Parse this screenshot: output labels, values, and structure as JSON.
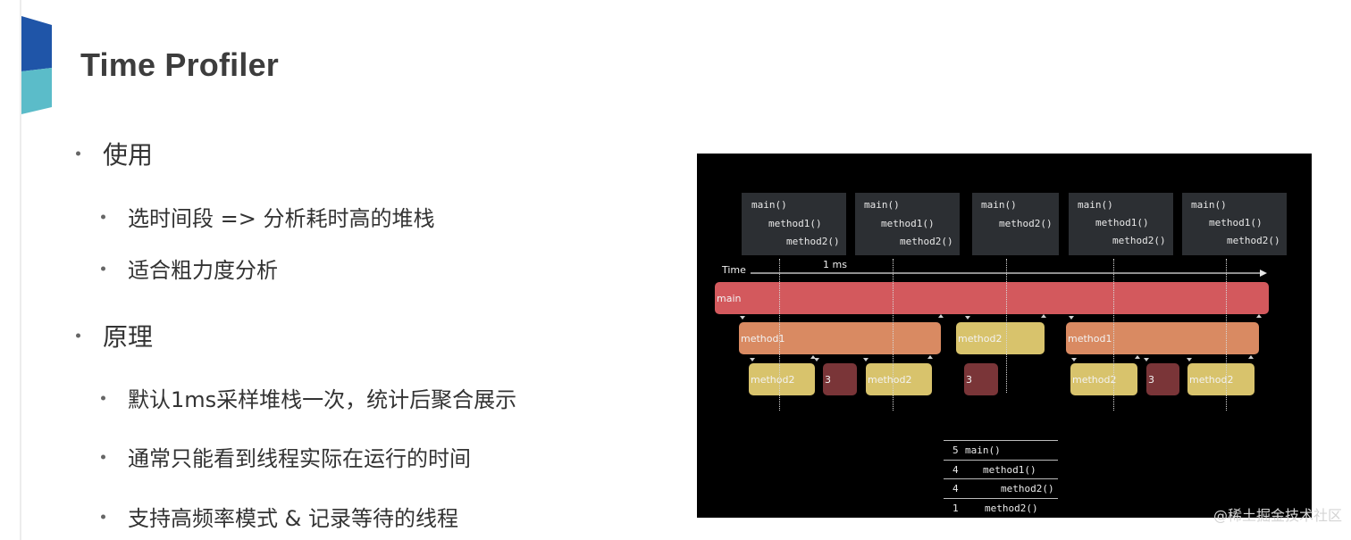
{
  "slide": {
    "title": "Time Profiler",
    "sections": [
      {
        "label": "使用",
        "items": [
          "选时间段 => 分析耗时高的堆栈",
          "适合粗力度分析"
        ]
      },
      {
        "label": "原理",
        "items": [
          "默认1ms采样堆栈一次，统计后聚合展示",
          "通常只能看到线程实际在运行的时间",
          "支持高频率模式 & 记录等待的线程"
        ]
      }
    ]
  },
  "diagram": {
    "samples": [
      [
        "main()",
        "method1()",
        "method2()"
      ],
      [
        "main()",
        "method1()",
        "method2()"
      ],
      [
        "main()",
        "method2()"
      ],
      [
        "main()",
        "method1()",
        "method2()"
      ],
      [
        "main()",
        "method1()",
        "method2()"
      ]
    ],
    "timeline": {
      "axis_label": "Time",
      "interval_label": "1 ms"
    },
    "bars": {
      "main": "main",
      "method1_a": "method1",
      "method2_top": "method2",
      "method1_b": "method1",
      "method2_a": "method2",
      "three_a": "3",
      "method2_b": "method2",
      "three_b": "3",
      "method2_c": "method2",
      "three_c": "3",
      "method2_d": "method2"
    },
    "summary": [
      {
        "count": "5",
        "fn": "main()"
      },
      {
        "count": "4",
        "fn": "method1()"
      },
      {
        "count": "4",
        "fn": "method2()"
      },
      {
        "count": "1",
        "fn": "method2()"
      }
    ],
    "colors": {
      "main": "#d3595d",
      "method1": "#d98a62",
      "method2": "#d8c36c",
      "three": "#7a3538",
      "stack_box": "#2c2f33"
    }
  },
  "watermark": "@稀土掘金技术社区"
}
